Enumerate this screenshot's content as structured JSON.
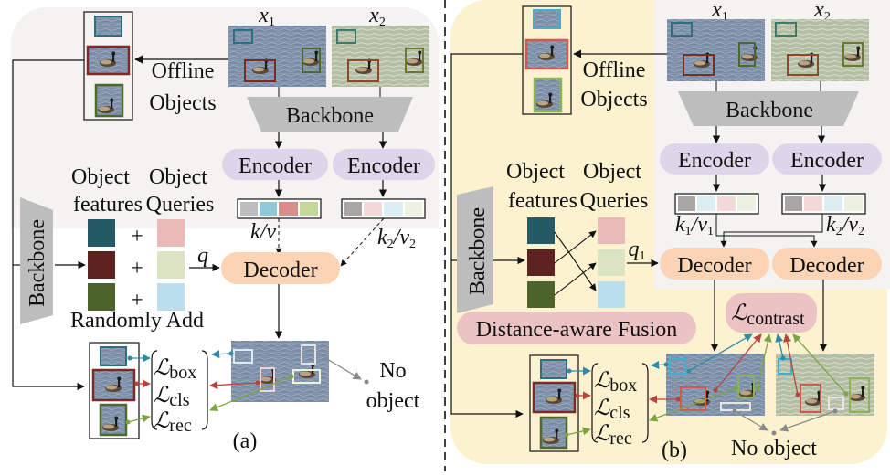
{
  "colors": {
    "panel_a_bg": "#f4f3f1",
    "panel_b_bg": "#fdf2cf",
    "panel_b_inner_bg": "#f4f3f1",
    "encoder": "#ddd6ea",
    "decoder": "#fbd4b6",
    "pink_label": "#ecc3c4",
    "backbone": "#bdbdbd",
    "feat_teal": "#235a65",
    "feat_maroon": "#5e2320",
    "feat_olive": "#4d632c",
    "query_pink": "#e8b9b6",
    "query_green": "#dae4c2",
    "query_blue": "#bbdfec",
    "box_teal": "#2f8aa6",
    "box_red": "#b8433c",
    "box_green": "#7da444",
    "no_obj": "#888888"
  },
  "panel_a": {
    "caption": "(a)",
    "input1_label": "x",
    "input1_sub": "1",
    "input2_label": "x",
    "input2_sub": "2",
    "backbone_label": "Backbone",
    "side_backbone_label": "Backbone",
    "offline_line1": "Offline",
    "offline_line2": "Objects",
    "encoder1": "Encoder",
    "encoder2": "Encoder",
    "kv1": "k/v",
    "kv2_k": "k",
    "kv2_sub": "2",
    "kv2_v": "/v",
    "kv2_vsub": "2",
    "feat_head1": "Object",
    "feat_head2": "features",
    "query_head1": "Object",
    "query_head2": "Queries",
    "plus": "+",
    "randomly_add": "Randomly Add",
    "q_label": "q",
    "decoder": "Decoder",
    "loss_L": "ℒ",
    "loss_box": "box",
    "loss_cls": "cls",
    "loss_rec": "rec",
    "no_object_1": "No",
    "no_object_2": "object"
  },
  "panel_b": {
    "caption": "(b)",
    "input1_label": "x",
    "input1_sub": "1",
    "input2_label": "x",
    "input2_sub": "2",
    "backbone_label": "Backbone",
    "side_backbone_label": "Backbone",
    "offline_line1": "Offline",
    "offline_line2": "Objects",
    "encoder1": "Encoder",
    "encoder2": "Encoder",
    "kv1_k": "k",
    "kv1_sub": "1",
    "kv1_v": "/v",
    "kv1_vsub": "1",
    "kv2_k": "k",
    "kv2_sub": "2",
    "kv2_v": "/v",
    "kv2_vsub": "2",
    "feat_head1": "Object",
    "feat_head2": "features",
    "query_head1": "Object",
    "query_head2": "Queries",
    "q_label": "q",
    "q_sub": "1",
    "fusion": "Distance-aware Fusion",
    "decoder1": "Decoder",
    "decoder2": "Decoder",
    "contrast_L": "ℒ",
    "contrast_sub": "contrast",
    "loss_L": "ℒ",
    "loss_box": "box",
    "loss_cls": "cls",
    "loss_rec": "rec",
    "no_object": "No object"
  }
}
